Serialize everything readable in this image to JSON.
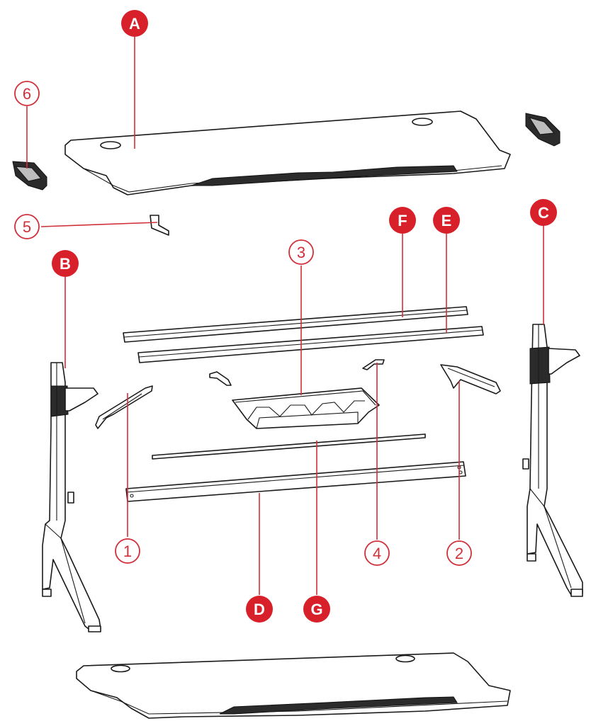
{
  "colors": {
    "accent": "#d7202a",
    "line": "#1a1a1a",
    "background": "#ffffff"
  },
  "letter_labels": {
    "A": "A",
    "B": "B",
    "C": "C",
    "D": "D",
    "E": "E",
    "F": "F",
    "G": "G"
  },
  "number_labels": {
    "n1": "1",
    "n2": "2",
    "n3": "3",
    "n4": "4",
    "n5": "5",
    "n6": "6"
  }
}
